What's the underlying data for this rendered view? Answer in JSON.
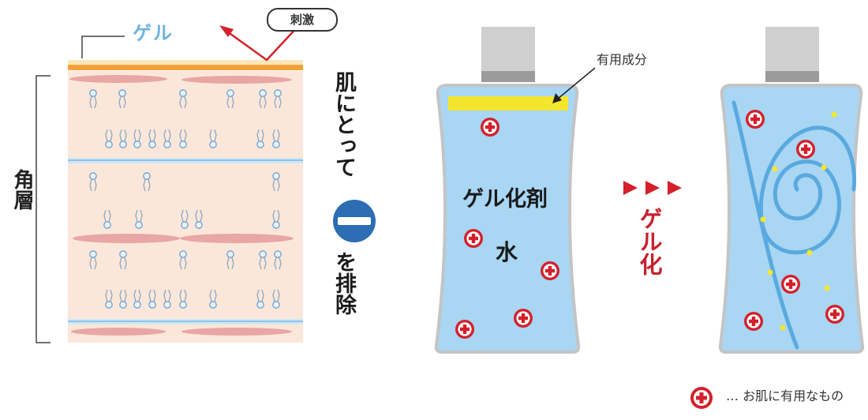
{
  "labels": {
    "gel": "ゲル",
    "stimulus": "刺激",
    "stratum_corneum": "角層",
    "skin_text_top": "肌にとって",
    "skin_text_bottom": "を排除",
    "active_ingredient": "有用成分",
    "gelling_agent": "ゲル化剤",
    "water": "水",
    "gelation": "ゲル化",
    "legend": "… お肌に有用なもの"
  },
  "colors": {
    "gel_blue": "#6db3dd",
    "stimulus_arrow": "#d4202b",
    "gelation_red": "#c8202e",
    "cross_red": "#d4202b",
    "minus_blue": "#2c6db4",
    "bottle_water": "#a8d6f3",
    "yellow_layer": "#f4e62c",
    "cap_gray": "#cfcfcf",
    "skin_peach": "#fbe7d9",
    "lipid_pink": "#e49a9a"
  },
  "icons": [
    "plus-cross-icon",
    "minus-circle-icon",
    "arrow-triangle-icon",
    "lipid-molecule-icon",
    "spiral-gel-icon"
  ]
}
